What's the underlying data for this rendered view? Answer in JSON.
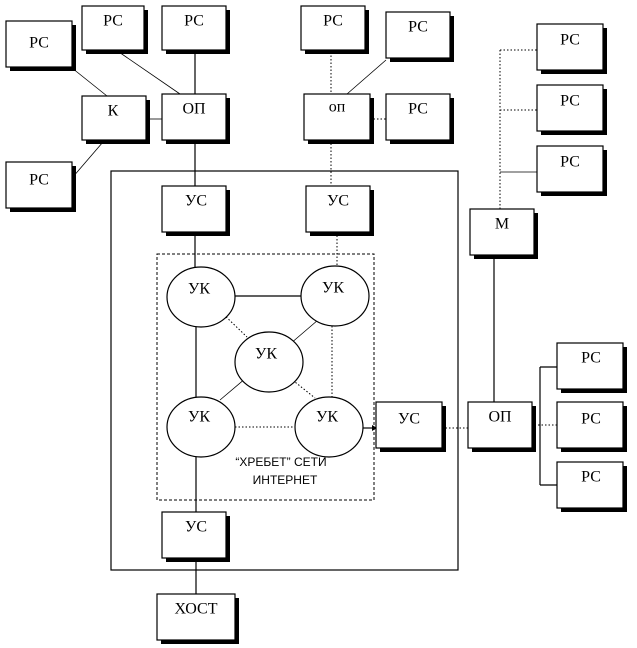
{
  "labels": {
    "pc": "РС",
    "concentrator": "К",
    "access_node": "ОП",
    "access_node_small": "оп",
    "comm_device": "УС",
    "switch_node": "УК",
    "modem": "М",
    "host": "ХОСТ"
  },
  "backbone_caption": {
    "line1": "“ХРЕБЕТ” СЕТИ",
    "line2": "ИНТЕРНЕТ"
  }
}
